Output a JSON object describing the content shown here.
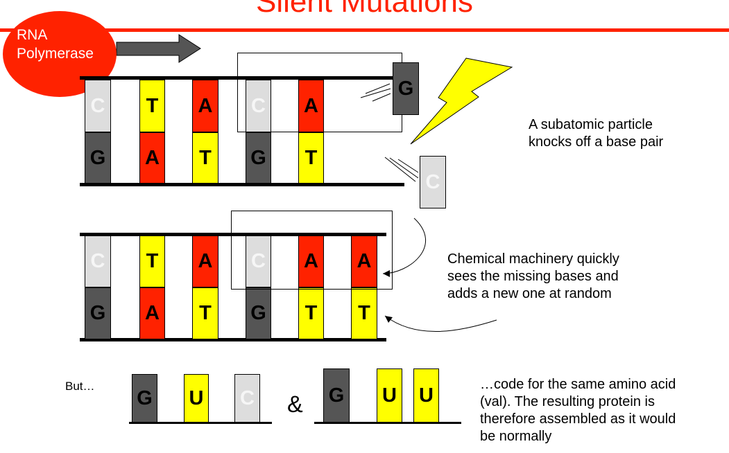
{
  "title": "Silent Mutations",
  "polymerase_label": [
    "RNA",
    "Polymerase"
  ],
  "strand_top": [
    {
      "top": "C",
      "bottom": "G"
    },
    {
      "top": "T",
      "bottom": "A"
    },
    {
      "top": "A",
      "bottom": "T"
    },
    {
      "top": "C",
      "bottom": "G"
    },
    {
      "top": "A",
      "bottom": "T"
    }
  ],
  "knocked_off": {
    "upper": "G",
    "lower": "C"
  },
  "strand_repaired": [
    {
      "top": "C",
      "bottom": "G"
    },
    {
      "top": "T",
      "bottom": "A"
    },
    {
      "top": "A",
      "bottom": "T"
    },
    {
      "top": "C",
      "bottom": "G"
    },
    {
      "top": "A",
      "bottom": "T"
    },
    {
      "top": "A",
      "bottom": "T"
    }
  ],
  "caption_particle": [
    "A subatomic particle",
    "knocks off a base pair"
  ],
  "caption_repair": [
    "Chemical machinery quickly",
    "sees the missing bases and",
    "adds a new one at random"
  ],
  "but_label": "But…",
  "codon_1": [
    "G",
    "U",
    "C"
  ],
  "ampersand": "&",
  "codon_2": [
    "G",
    "U",
    "U"
  ],
  "caption_result": [
    "…code for the same amino acid",
    "(val). The resulting protein is",
    "therefore assembled as it would",
    "be normally"
  ],
  "colors": {
    "title": "#ff2200",
    "G": "#555555",
    "C": "#dddddd",
    "T": "#ffff00",
    "A": "#ff2200",
    "U": "#ffff00",
    "lightning": "#ffff00"
  }
}
